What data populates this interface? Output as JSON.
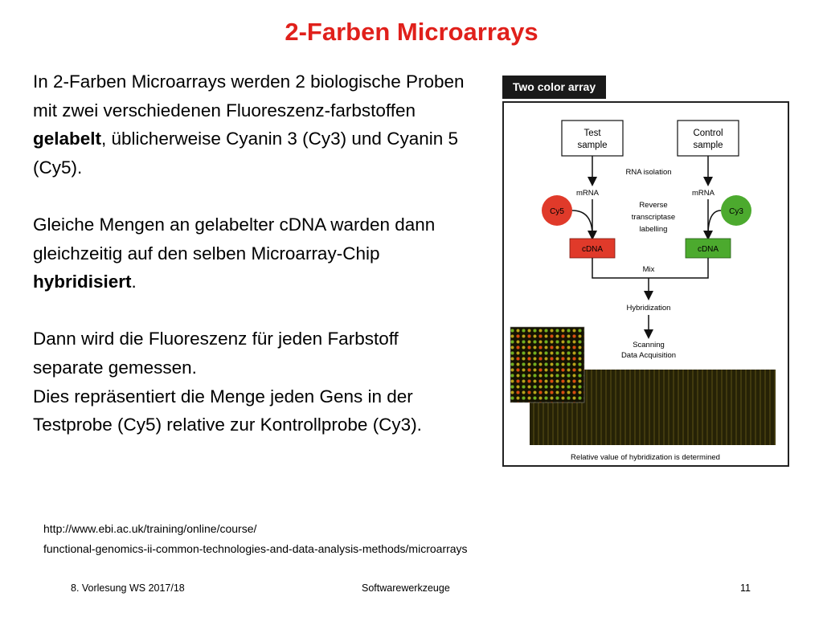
{
  "slide": {
    "title": "2-Farben Microarrays",
    "paragraph1": {
      "part1": "In 2-Farben Microarrays werden 2 biologische Proben mit zwei verschiedenen Fluoreszenz-farbstoffen ",
      "bold": "gelabelt",
      "part2": ", üblicherweise Cyanin 3 (Cy3) und Cyanin 5 (Cy5)."
    },
    "paragraph2": {
      "part1": "Gleiche Mengen an gelabelter cDNA warden dann gleichzeitig auf den selben Microarray-Chip ",
      "bold": "hybridisiert",
      "part2": "."
    },
    "paragraph3": "Dann wird die Fluoreszenz für jeden Farbstoff separate gemessen.",
    "paragraph4": "Dies repräsentiert die Menge jeden Gens in der Testprobe (Cy5) relative zur Kontrollprobe (Cy3).",
    "source_url_line1": "http://www.ebi.ac.uk/training/online/course/",
    "source_url_line2": "functional-genomics-ii-common-technologies-and-data-analysis-methods/microarrays"
  },
  "figure": {
    "label": "Two color array",
    "test_sample": [
      "Test",
      "sample"
    ],
    "control_sample": [
      "Control",
      "sample"
    ],
    "rna_isolation": "RNA isolation",
    "mrna_left": "mRNA",
    "mrna_right": "mRNA",
    "reverse_transcriptase": [
      "Reverse",
      "transcriptase",
      "labelling"
    ],
    "cy5": "Cy5",
    "cy3": "Cy3",
    "cdna_left": "cDNA",
    "cdna_right": "cDNA",
    "mix": "Mix",
    "hybridization": "Hybridization",
    "scanning": [
      "Scanning",
      "Data Acquisition"
    ],
    "caption": "Relative value of hybridization is determined",
    "colors": {
      "cy5_red": "#e03a2a",
      "cy3_green": "#4caa2e",
      "array_dark": "#1c1a06"
    }
  },
  "footer": {
    "lecture": "8. Vorlesung WS 2017/18",
    "course": "Softwarewerkzeuge",
    "page_number": "11"
  }
}
